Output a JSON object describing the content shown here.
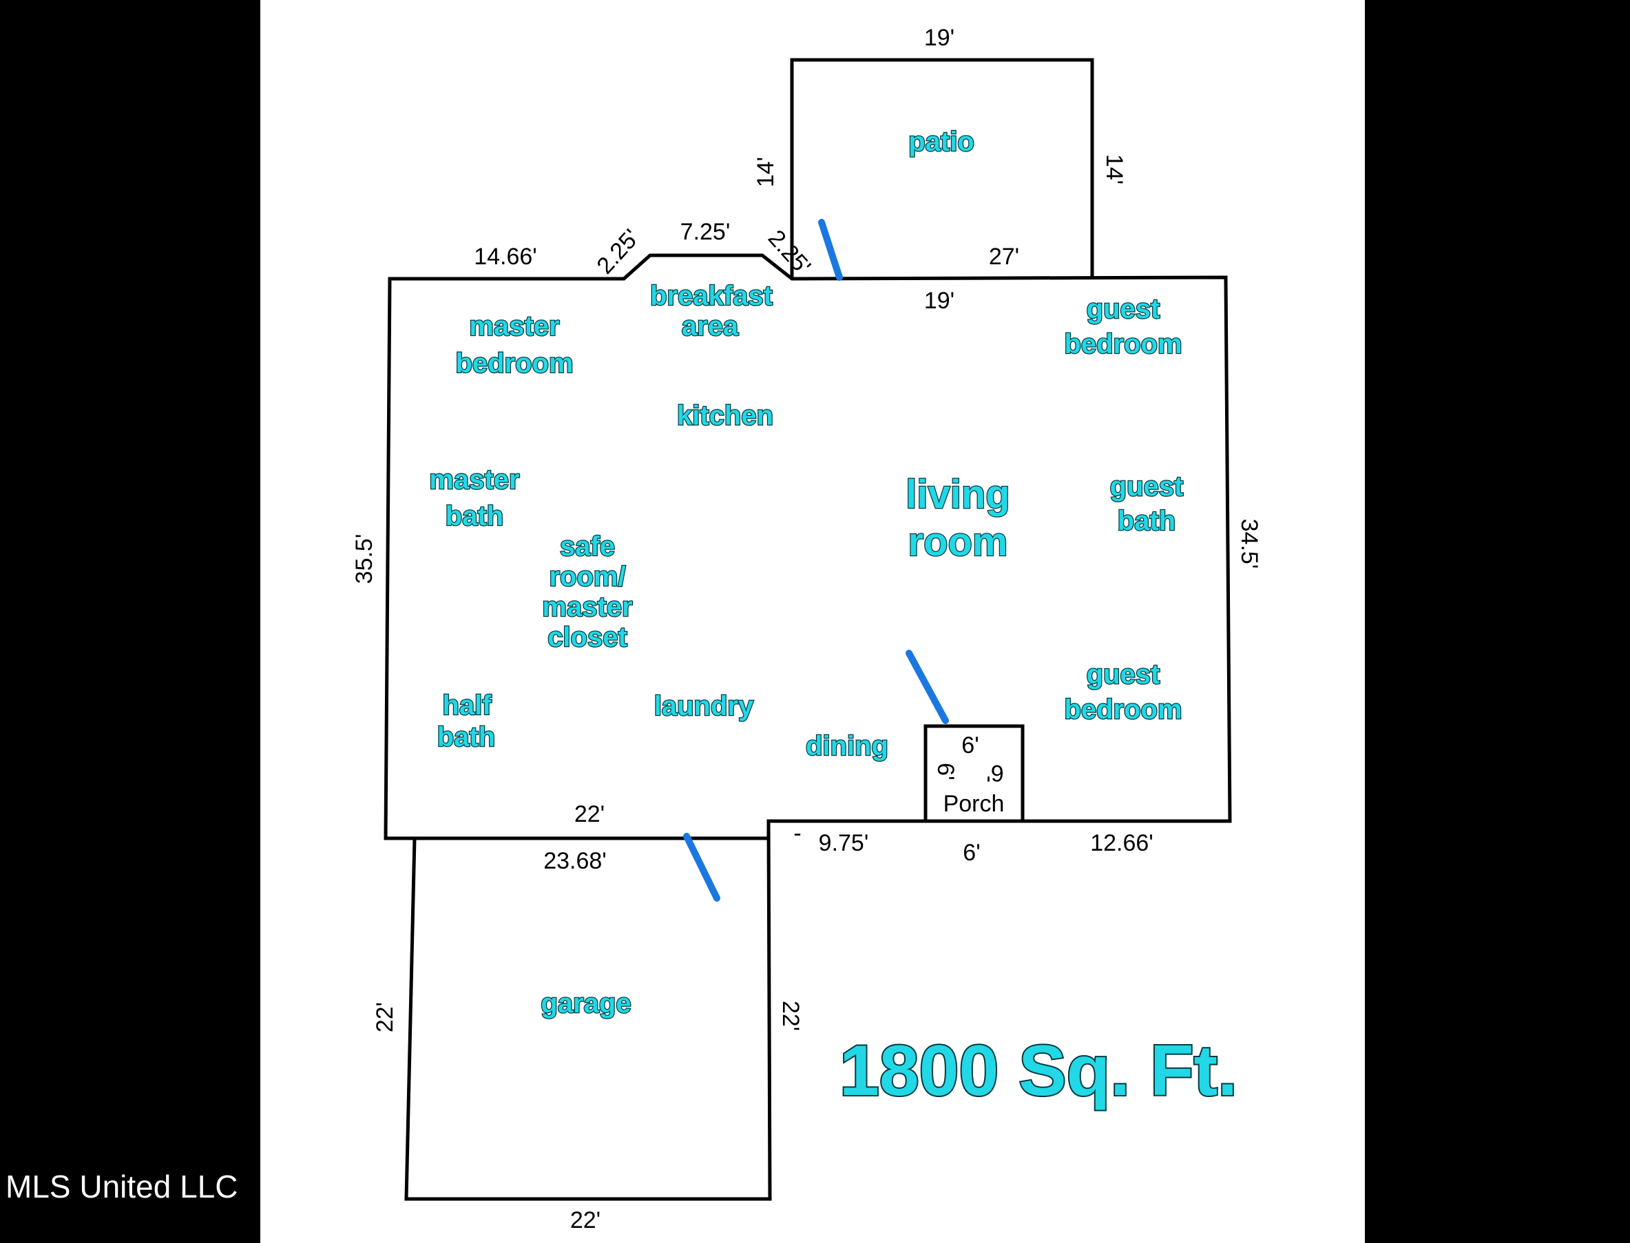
{
  "credit": "MLS United LLC",
  "total_area": "1800 Sq. Ft.",
  "rooms": {
    "patio": "patio",
    "breakfast_1": "breakfast",
    "breakfast_2": "area",
    "master_bedroom_1": "master",
    "master_bedroom_2": "bedroom",
    "kitchen": "kitchen",
    "guest_bedroom_top_1": "guest",
    "guest_bedroom_top_2": "bedroom",
    "master_bath_1": "master",
    "master_bath_2": "bath",
    "living_1": "living",
    "living_2": "room",
    "guest_bath_1": "guest",
    "guest_bath_2": "bath",
    "safe_1": "safe",
    "safe_2": "room/",
    "safe_3": "master",
    "safe_4": "closet",
    "half_bath_1": "half",
    "half_bath_2": "bath",
    "laundry": "laundry",
    "dining": "dining",
    "guest_bedroom_bottom_1": "guest",
    "guest_bedroom_bottom_2": "bedroom",
    "porch": "Porch",
    "garage": "garage"
  },
  "dimensions": {
    "patio_top": "19'",
    "patio_left": "14'",
    "patio_right": "14'",
    "patio_bottom": "27'",
    "house_top_left": "14.66'",
    "bay_left": "2.25'",
    "bay_top": "7.25'",
    "bay_right": "2.25'",
    "house_top_mid": "19'",
    "house_left": "35.5'",
    "house_right": "34.5'",
    "house_bottom_left": "22'",
    "garage_top": "23.68'",
    "tick": "-",
    "bottom_mid": "9.75'",
    "porch_top": "6'",
    "porch_left": "6'",
    "porch_right": "6'",
    "porch_bottom": "6'",
    "bottom_right": "12.66'",
    "garage_left": "22'",
    "garage_right": "22'",
    "garage_bottom": "22'"
  }
}
